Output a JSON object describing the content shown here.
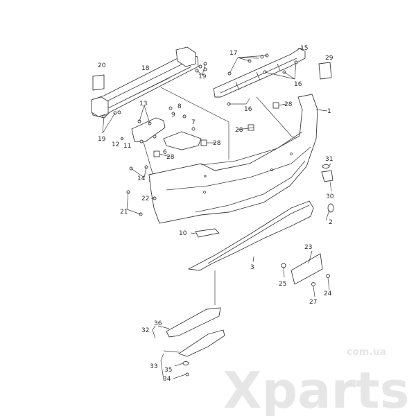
{
  "diagram": {
    "watermark": {
      "brand": "Xparts",
      "domain": "com.ua"
    },
    "callouts": {
      "c1": "1",
      "c2": "2",
      "c3": "3",
      "c6": "6",
      "c7": "7",
      "c8": "8",
      "c9": "9",
      "c10": "10",
      "c11": "11",
      "c12": "12",
      "c13": "13",
      "c14": "14",
      "c15": "15",
      "c16": "16",
      "c17": "17",
      "c18": "18",
      "c19": "19",
      "c20": "20",
      "c21": "21",
      "c22": "22",
      "c23": "23",
      "c24": "24",
      "c25": "25",
      "c27": "27",
      "c28": "28",
      "c29": "29",
      "c30": "30",
      "c31": "31",
      "c32": "32",
      "c33": "33",
      "c34": "34",
      "c35": "35",
      "c36": "36"
    }
  }
}
